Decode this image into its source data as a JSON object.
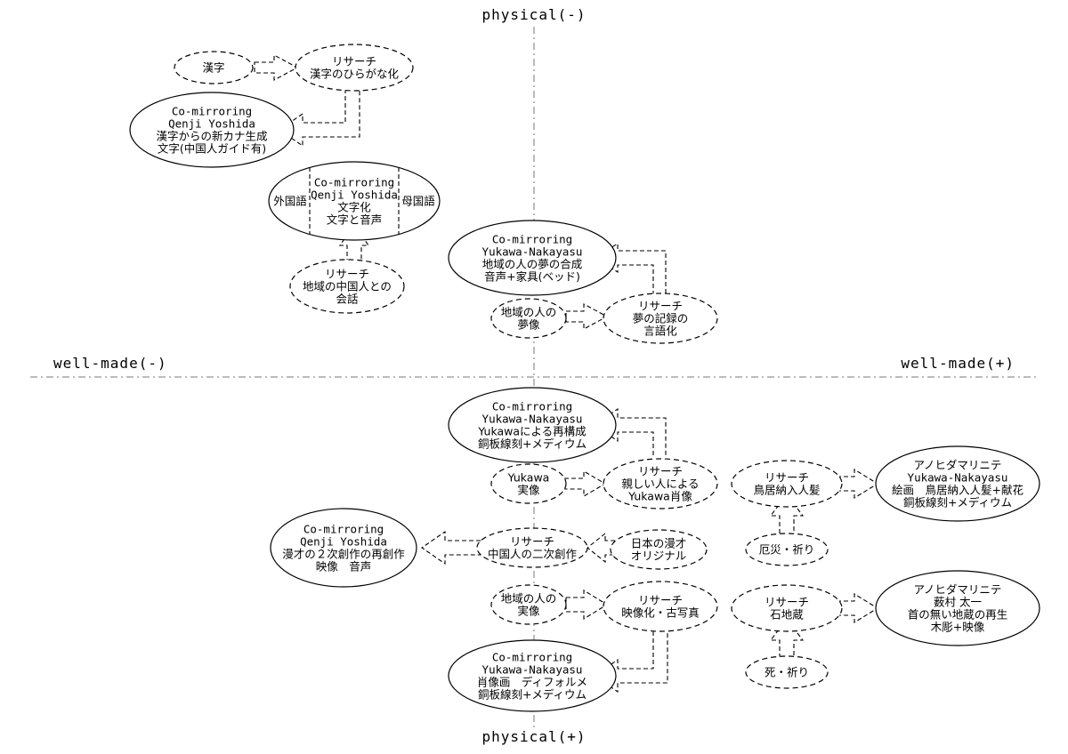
{
  "axes": {
    "top": "physical(-)",
    "bottom": "physical(+)",
    "left": "well-made(-)",
    "right": "well-made(+)"
  },
  "nodes": {
    "kanji": [
      "漢字"
    ],
    "research_hiragana": [
      "リサーチ",
      "漢字のひらがな化"
    ],
    "comirror_kana": [
      "Co-mirroring",
      "Qenji Yoshida",
      "漢字からの新カナ生成",
      "文字(中国人ガイド有)"
    ],
    "comirror_moji": [
      "Co-mirroring",
      "Qenji Yoshida",
      "文字化",
      "文字と音声"
    ],
    "foreign_lang": [
      "外国語"
    ],
    "mother_lang": [
      "母国語"
    ],
    "research_chinese_talk": [
      "リサーチ",
      "地域の中国人との",
      "会話"
    ],
    "comirror_dream": [
      "Co-mirroring",
      "Yukawa-Nakayasu",
      "地域の人の夢の合成",
      "音声+家具(ベッド)"
    ],
    "local_dream": [
      "地域の人の",
      "夢像"
    ],
    "research_dream": [
      "リサーチ",
      "夢の記録の",
      "言語化"
    ],
    "comirror_recon": [
      "Co-mirroring",
      "Yukawa-Nakayasu",
      "Yukawaによる再構成",
      "銅板線刻+メディウム"
    ],
    "yukawa_real": [
      "Yukawa",
      "実像"
    ],
    "research_portrait": [
      "リサーチ",
      "親しい人による",
      "Yukawa肖像"
    ],
    "comirror_manzai": [
      "Co-mirroring",
      "Qenji Yoshida",
      "漫才の２次創作の再創作",
      "映像　音声"
    ],
    "research_chinese_secondary": [
      "リサーチ",
      "中国人の二次創作"
    ],
    "japan_manzai": [
      "日本の漫才",
      "オリジナル"
    ],
    "local_real": [
      "地域の人の",
      "実像"
    ],
    "research_photo": [
      "リサーチ",
      "映像化・古写真"
    ],
    "comirror_deform": [
      "Co-mirroring",
      "Yukawa-Nakayasu",
      "肖像画　ディフォルメ",
      "銅板線刻+メディウム"
    ],
    "research_torii": [
      "リサーチ",
      "鳥居納入人髪"
    ],
    "anohi_torii": [
      "アノヒダマリニテ",
      "Yukawa-Nakayasu",
      "絵画　鳥居納入人髪+献花",
      "銅板線刻+メディウム"
    ],
    "disaster_prayer": [
      "厄災・祈り"
    ],
    "research_jizo": [
      "リサーチ",
      "石地蔵"
    ],
    "anohi_jizo": [
      "アノヒダマリニテ",
      "薮村 太一",
      "首の無い地蔵の再生",
      "木彫+映像"
    ],
    "death_prayer": [
      "死・祈り"
    ]
  }
}
